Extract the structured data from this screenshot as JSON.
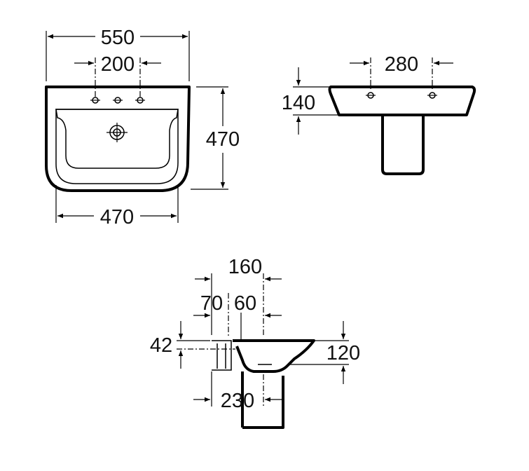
{
  "front_view": {
    "overall_width": "550",
    "tap_hole_spacing": "200",
    "depth": "470",
    "bottom_width": "470"
  },
  "pedestal_view": {
    "hole_spacing": "280",
    "rim_height": "140"
  },
  "side_view": {
    "dim_160": "160",
    "dim_70": "70",
    "dim_60": "60",
    "dim_42": "42",
    "dim_120": "120",
    "dim_230": "230"
  }
}
